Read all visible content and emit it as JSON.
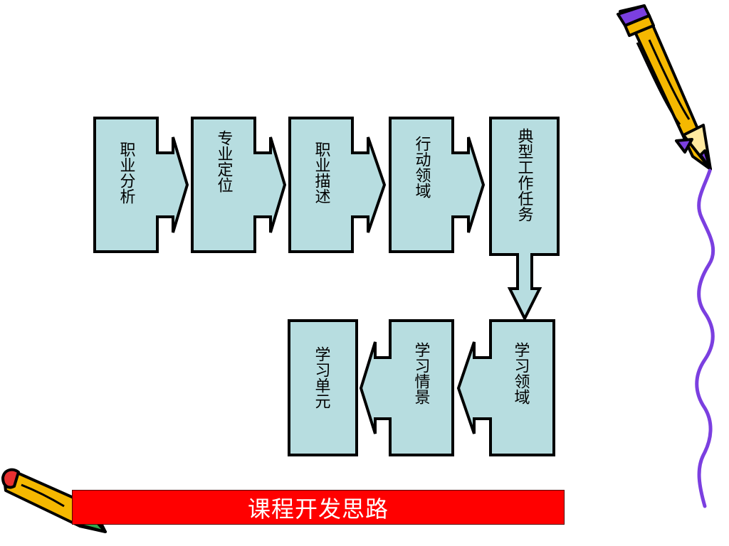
{
  "slide_title": "课程开发思路",
  "flow": {
    "top_row": [
      {
        "id": "career-analysis",
        "label": "职业分析"
      },
      {
        "id": "major-positioning",
        "label": "专业定位"
      },
      {
        "id": "career-description",
        "label": "职业描述"
      },
      {
        "id": "action-field",
        "label": "行动领域"
      },
      {
        "id": "typical-work-tasks",
        "label": "典型工作任务"
      }
    ],
    "bottom_row": [
      {
        "id": "learning-field",
        "label": "学习领域"
      },
      {
        "id": "learning-situation",
        "label": "学习情景"
      },
      {
        "id": "learning-unit",
        "label": "学习单元"
      }
    ]
  },
  "colors": {
    "box_fill": "#b7dde0",
    "box_stroke": "#000000",
    "banner_fill": "#ff0000",
    "banner_text": "#ffffff",
    "pencil_body": "#f5b800",
    "pencil_accent": "#7b3fe0",
    "squiggle": "#7b3fe0"
  },
  "decorations": [
    "pencil-icon-top-right",
    "pencil-icon-bottom-left",
    "wavy-line-right"
  ]
}
